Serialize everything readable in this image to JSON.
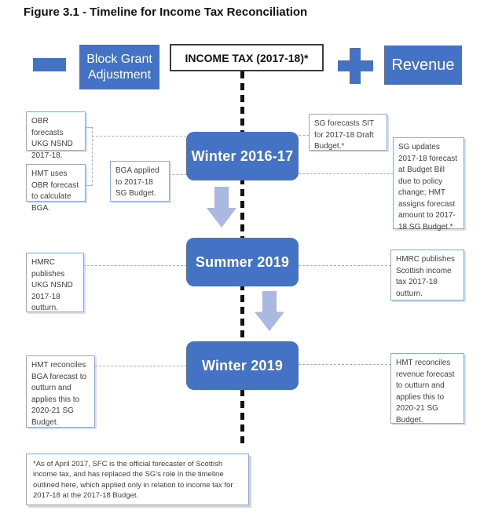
{
  "figure": {
    "title": "Figure 3.1 - Timeline for Income Tax Reconciliation"
  },
  "header": {
    "bga_label": "Block Grant Adjustment",
    "income_tax_label": "INCOME TAX (2017-18)*",
    "revenue_label": "Revenue"
  },
  "icons": {
    "minus": "minus-icon",
    "plus": "plus-icon",
    "down_arrow": "arrow-down-icon"
  },
  "timeline": {
    "nodes": [
      {
        "label": "Winter 2016-17"
      },
      {
        "label": "Summer 2019"
      },
      {
        "label": "Winter 2019"
      }
    ]
  },
  "annotations": {
    "obr_forecasts": "OBR forecasts UKG NSND 2017-18.",
    "hmt_uses_obr": "HMT uses OBR forecast to calculate BGA.",
    "bga_applied": "BGA applied to 2017-18 SG Budget.",
    "sg_forecasts_sit": "SG forecasts SIT for 2017-18 Draft Budget.*",
    "sg_updates": "SG updates 2017-18 forecast at Budget Bill due to policy change; HMT assigns forecast amount to 2017-18 SG Budget.*",
    "hmrc_ukg_outturn": "HMRC publishes UKG NSND 2017-18 outturn.",
    "hmrc_scottish_outturn": "HMRC publishes Scottish income tax 2017-18 outturn.",
    "hmt_reconciles_bga": "HMT reconciles BGA forecast to outturn and applies this to 2020-21 SG Budget.",
    "hmt_reconciles_revenue": "HMT reconciles revenue forecast to outturn and applies this to 2020-21 SG Budget."
  },
  "footnote": {
    "text": "*As of April 2017, SFC is the official forecaster of Scottish income tax, and has replaced the SG's role in the timeline outlined here, which applied only in relation to income tax for 2017-18 at the 2017-18 Budget."
  },
  "colors": {
    "primary": "#4472C4",
    "arrow": "#ABB9E2",
    "annotation_border": "#8EA9D4",
    "connector": "#9FB0CC",
    "timeline_line": "#111111"
  }
}
